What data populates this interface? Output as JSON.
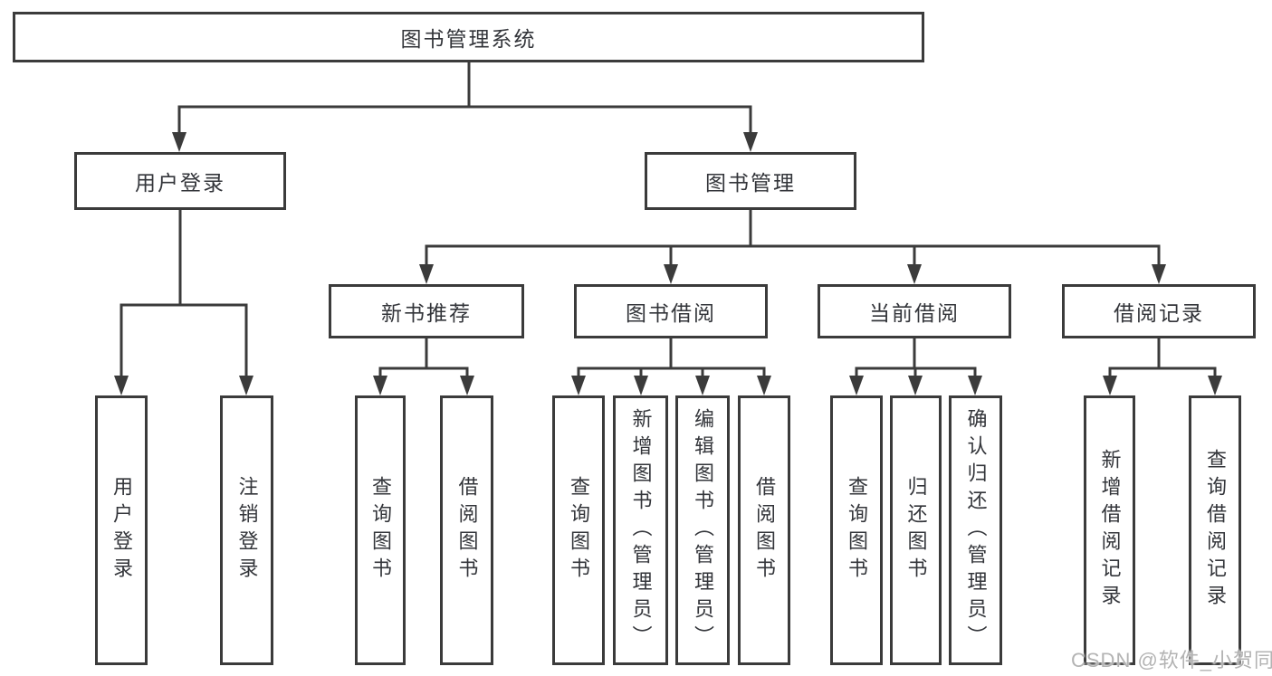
{
  "colors": {
    "line": "#3b3b3b",
    "box_border": "#3b3b3b",
    "text": "#33353a",
    "background": "#ffffff",
    "watermark": "#b3b3b3"
  },
  "watermark": {
    "text": "CSDN @软件_小贺同学"
  },
  "tree": {
    "label": "图书管理系统",
    "children": [
      {
        "label": "用户登录",
        "children": [
          {
            "label": "用户登录"
          },
          {
            "label": "注销登录"
          }
        ]
      },
      {
        "label": "图书管理",
        "children": [
          {
            "label": "新书推荐",
            "children": [
              {
                "label": "查询图书"
              },
              {
                "label": "借阅图书"
              }
            ]
          },
          {
            "label": "图书借阅",
            "children": [
              {
                "label": "查询图书"
              },
              {
                "label": "新增图书（管理员）"
              },
              {
                "label": "编辑图书（管理员）"
              },
              {
                "label": "借阅图书"
              }
            ]
          },
          {
            "label": "当前借阅",
            "children": [
              {
                "label": "查询图书"
              },
              {
                "label": "归还图书"
              },
              {
                "label": "确认归还（管理员）"
              }
            ]
          },
          {
            "label": "借阅记录",
            "children": [
              {
                "label": "新增借阅记录"
              },
              {
                "label": "查询借阅记录"
              }
            ]
          }
        ]
      }
    ]
  }
}
